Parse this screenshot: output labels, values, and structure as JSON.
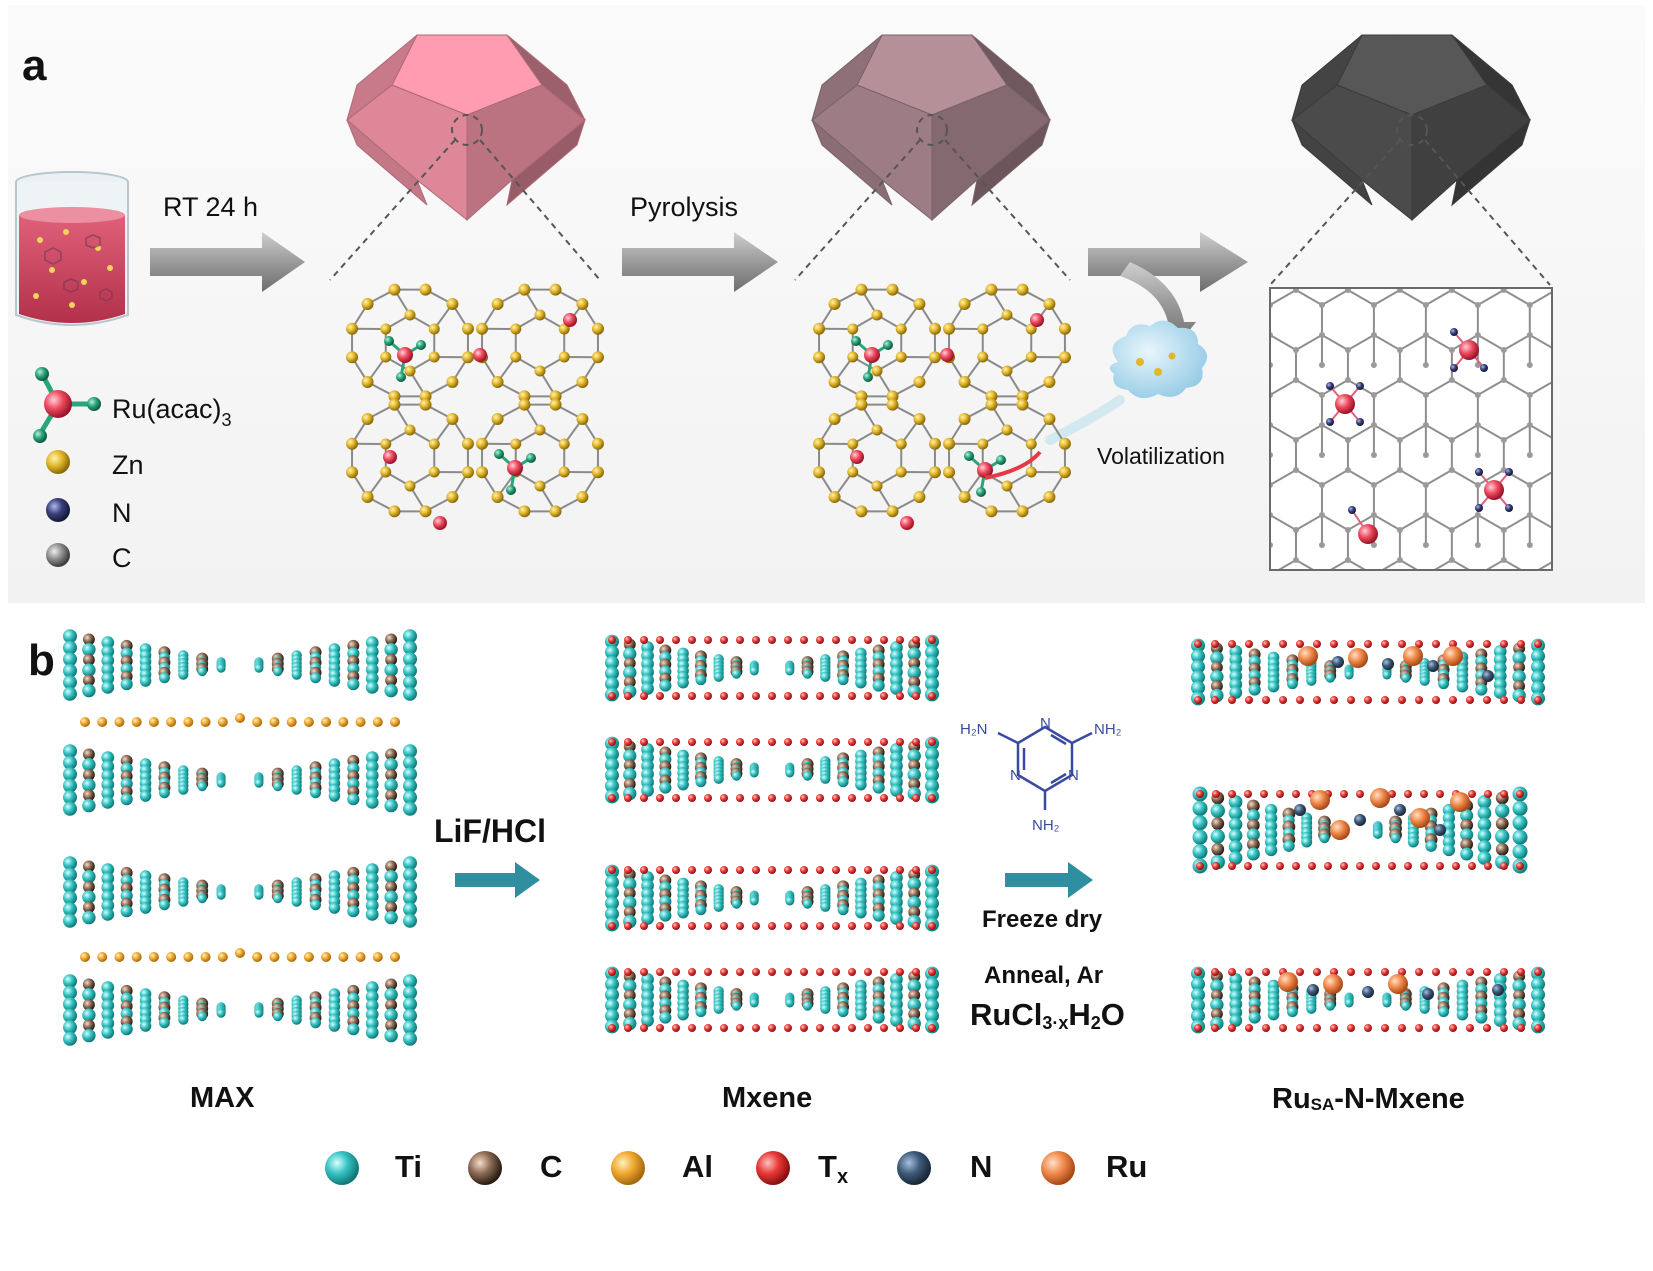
{
  "panel_a": {
    "label": "a",
    "step1_label": "RT 24 h",
    "step2_label": "Pyrolysis",
    "volatilization_label": "Volatilization",
    "legend": [
      {
        "text": "Ru(acac)",
        "sub": "3",
        "icon": "ru-acac-molecule-icon"
      },
      {
        "text": "Zn",
        "icon": "zn-atom-icon",
        "color": "#e3b72c"
      },
      {
        "text": "N",
        "icon": "n-atom-icon",
        "color": "#3a3f7a"
      },
      {
        "text": "C",
        "icon": "c-atom-icon",
        "color": "#8f8f8f"
      }
    ],
    "crystal_colors": [
      "#d98496",
      "#9a7a82",
      "#4a4a4a"
    ]
  },
  "panel_b": {
    "label": "b",
    "step1_label": "LiF/HCl",
    "melamine_h2n_left": "H₂N",
    "melamine_nh2_right": "NH₂",
    "melamine_nh2_bottom": "NH₂",
    "melamine_n": "N",
    "step2_label_1": "Freeze dry",
    "step2_label_2": "Anneal, Ar",
    "step2_label_3_main": "RuCl",
    "step2_label_3_sub": "3·x",
    "step2_label_3_main2": "H",
    "step2_label_3_sub2": "2",
    "step2_label_3_end": "O",
    "stage_labels": {
      "max": "MAX",
      "mxene": "Mxene",
      "ru_prefix": "Ru",
      "ru_sub": "SA",
      "ru_suffix": "-N-Mxene"
    },
    "legend": [
      {
        "text": "Ti",
        "icon": "ti-atom-icon",
        "color": "#35c2c2"
      },
      {
        "text": "C",
        "icon": "c-atom-icon",
        "color": "#8a6a55"
      },
      {
        "text": "Al",
        "icon": "al-atom-icon",
        "color": "#f0a830"
      },
      {
        "text": "T",
        "sub": "x",
        "icon": "tx-atom-icon",
        "color": "#e53935"
      },
      {
        "text": "N",
        "icon": "n-atom-icon",
        "color": "#3f5a7a"
      },
      {
        "text": "Ru",
        "icon": "ru-atom-icon",
        "color": "#f08a4b"
      }
    ]
  }
}
